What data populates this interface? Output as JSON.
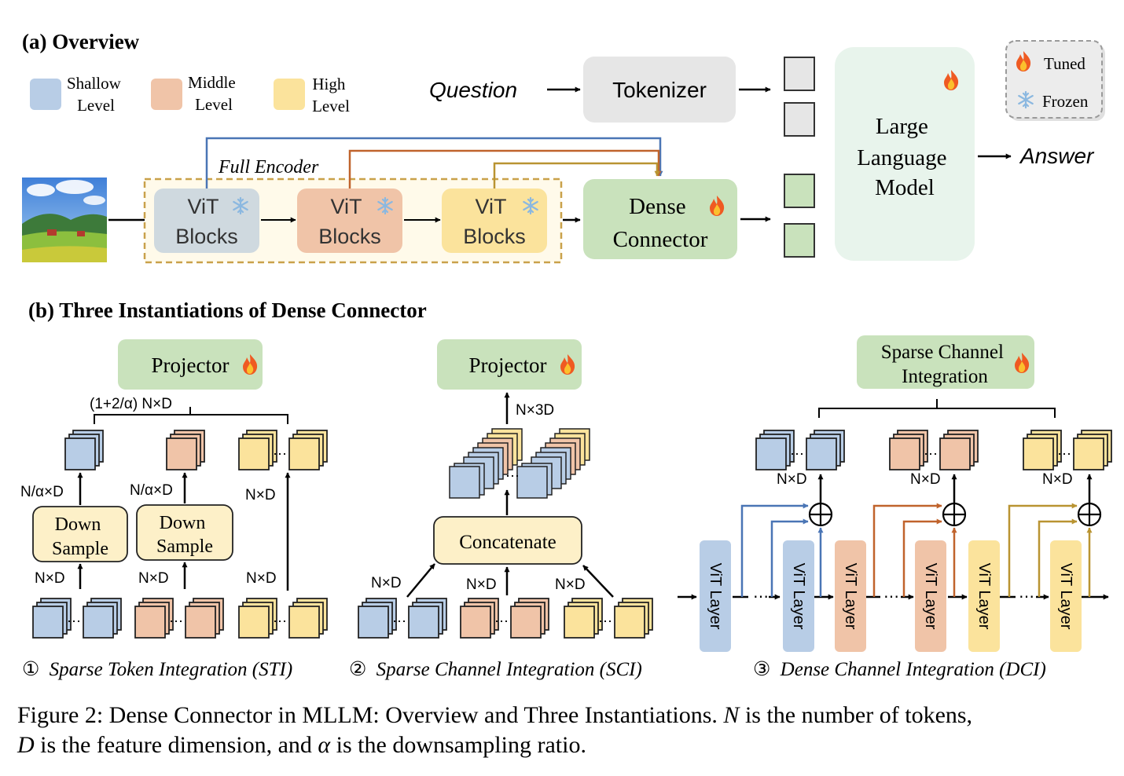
{
  "overview": {
    "title": "(a) Overview",
    "legend": {
      "shallow": [
        "Shallow",
        "Level"
      ],
      "middle": [
        "Middle",
        "Level"
      ],
      "high": [
        "High",
        "Level"
      ]
    },
    "status": {
      "tuned": "Tuned",
      "frozen": "Frozen"
    },
    "question": "Question",
    "tokenizer": "Tokenizer",
    "full_encoder": "Full Encoder",
    "vit_block": [
      "ViT",
      "Blocks"
    ],
    "dense_connector": [
      "Dense",
      "Connector"
    ],
    "llm": [
      "Large",
      "Language",
      "Model"
    ],
    "answer": "Answer"
  },
  "instantiations": {
    "title": "(b) Three Instantiations of Dense Connector",
    "projector": "Projector",
    "sti": {
      "dim_top": "(1+2/α) N×D",
      "down_sample": [
        "Down",
        "Sample"
      ],
      "n_alpha_d": "N/α×D",
      "nxd": "N×D",
      "caption_num": "①",
      "caption": "Sparse Token Integration (STI)"
    },
    "sci": {
      "dim_top": "N×3D",
      "concatenate": "Concatenate",
      "nxd": "N×D",
      "caption_num": "②",
      "caption": "Sparse Channel Integration (SCI)"
    },
    "dci": {
      "sci_box": [
        "Sparse Channel",
        "Integration"
      ],
      "nxd": "N×D",
      "vit_layer": "ViT Layer",
      "caption_num": "③",
      "caption": "Dense Channel Integration (DCI)"
    }
  },
  "caption": {
    "p1": "Figure 2: Dense Connector in MLLM: Overview and Three Instantiations. ",
    "n": "N",
    "p2": " is the number of tokens,",
    "d": "D",
    "p3": " is the feature dimension, and ",
    "alpha": "α",
    "p4": " is the downsampling ratio."
  },
  "colors": {
    "shallow": "#b8cde6",
    "middle": "#f0c4a8",
    "high": "#fbe39c",
    "green": "#c9e2bc",
    "gray": "#e6e6e6",
    "blue_line": "#4a75b5",
    "orange_line": "#c0632c",
    "gold_line": "#b99432"
  }
}
